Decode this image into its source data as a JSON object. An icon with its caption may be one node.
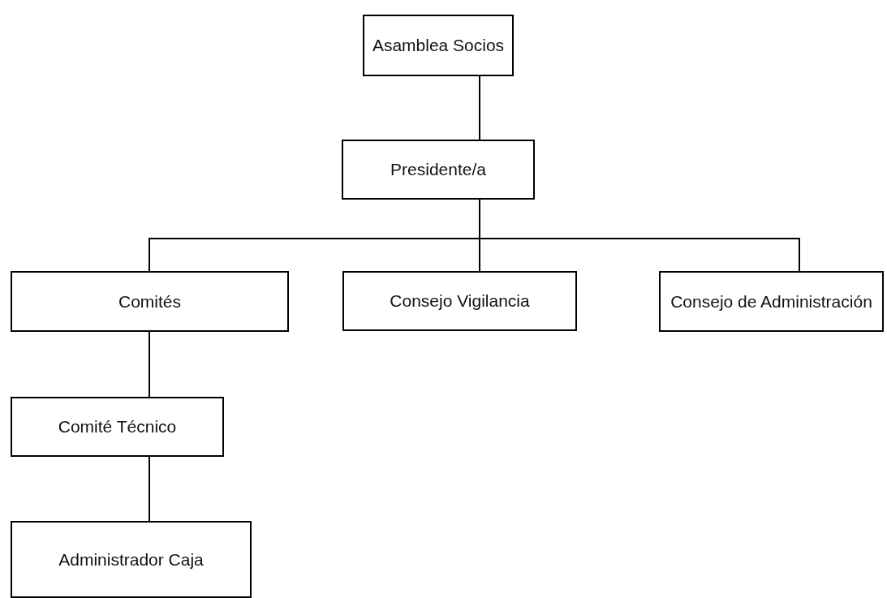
{
  "diagram": {
    "nodes": [
      {
        "text": [
          "Asamblea Socios"
        ]
      },
      {
        "text": [
          "Presidente/a"
        ]
      },
      {
        "text": [
          "Comités"
        ]
      },
      {
        "text": [
          "Consejo Vigilancia"
        ]
      },
      {
        "text": [
          "Consejo de Administración"
        ]
      },
      {
        "text": [
          "Comité Técnico"
        ]
      },
      {
        "text": [
          "Administrador Caja"
        ]
      }
    ],
    "edges": [
      {
        "from": 0,
        "to": 1,
        "arrow": "none"
      },
      {
        "from": 1,
        "to": 2,
        "arrow": "none"
      },
      {
        "from": 1,
        "to": 3,
        "arrow": "none"
      },
      {
        "from": 1,
        "to": 4,
        "arrow": "none"
      },
      {
        "from": 2,
        "to": 5,
        "arrow": "none"
      },
      {
        "from": 5,
        "to": 6,
        "arrow": "none"
      }
    ]
  }
}
